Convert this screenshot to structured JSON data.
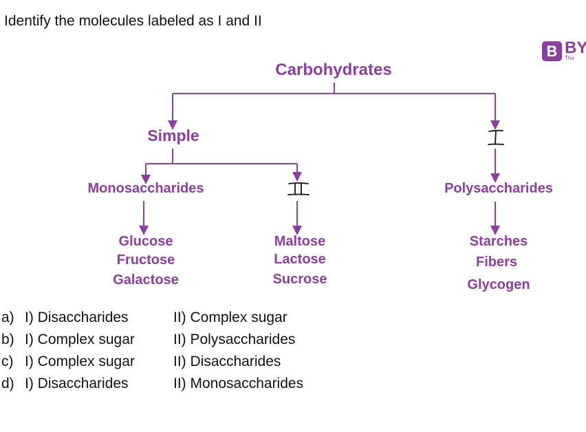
{
  "question": "Identify the molecules labeled as I and II",
  "colors": {
    "accent": "#8b3f9f",
    "text": "#111111",
    "handwriting": "#111111"
  },
  "logo": {
    "icon_letter": "B",
    "text": "BY",
    "tagline": "The"
  },
  "diagram": {
    "root": "Carbohydrates",
    "simple": "Simple",
    "monosaccharides": "Monosaccharides",
    "mono_examples": [
      "Glucose",
      "Fructose",
      "Galactose"
    ],
    "label_two": "II",
    "di_examples": [
      "Maltose",
      "Lactose",
      "Sucrose"
    ],
    "label_one": "I",
    "polysaccharides": "Polysaccharides",
    "poly_examples": [
      "Starches",
      "Fibers",
      "Glycogen"
    ]
  },
  "options": [
    {
      "letter": "a)",
      "one": "I) Disaccharides",
      "two": "II) Complex sugar"
    },
    {
      "letter": "b)",
      "one": "I) Complex sugar",
      "two": "II) Polysaccharides"
    },
    {
      "letter": "c)",
      "one": "I) Complex sugar",
      "two": "II) Disaccharides"
    },
    {
      "letter": "d)",
      "one": "I) Disaccharides",
      "two": "II) Monosaccharides"
    }
  ]
}
